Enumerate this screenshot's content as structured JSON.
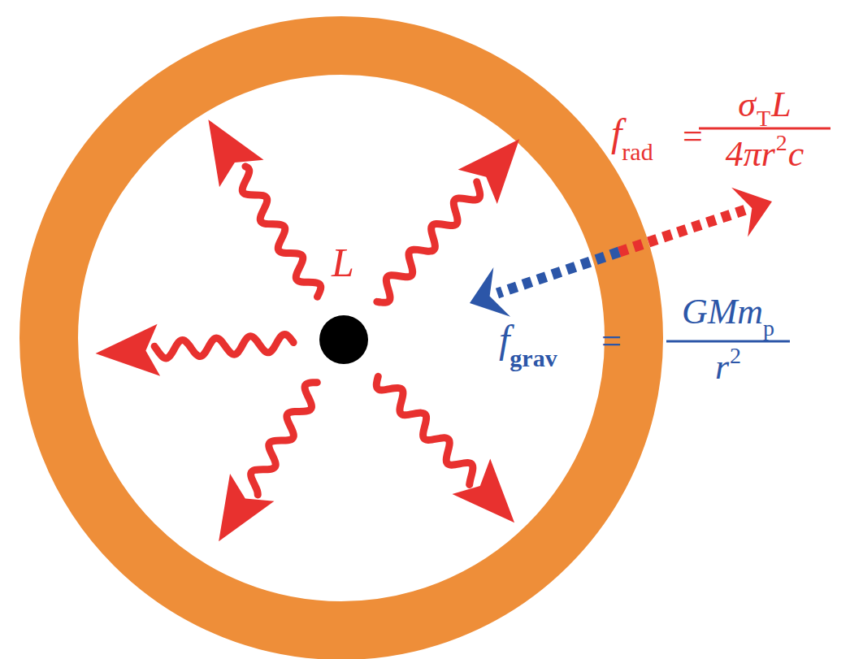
{
  "diagram": {
    "labels": [
      "L",
      "f",
      "rad",
      "=",
      "σ",
      "T",
      "L",
      "4πr",
      "2",
      "c",
      "f",
      "grav",
      "=",
      "GMm",
      "p",
      "r",
      "2"
    ]
  }
}
